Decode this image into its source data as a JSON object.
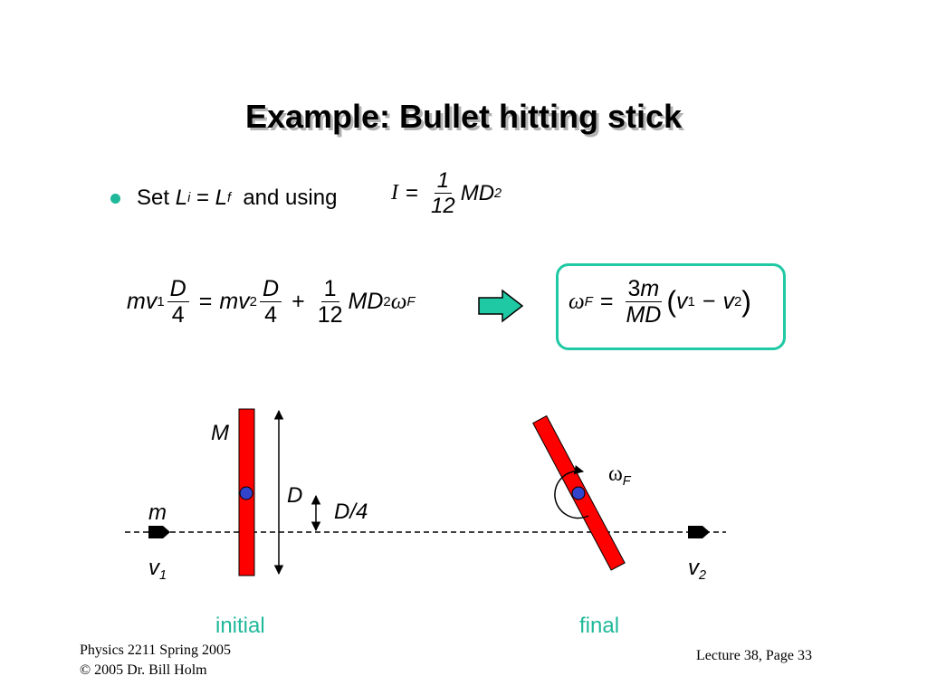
{
  "title": "Example: Bullet hitting stick",
  "bullet": {
    "set": "Set",
    "L": "L",
    "i": "i",
    "equals": "=",
    "f": "f",
    "and_using": "and using",
    "I": "I",
    "one": "1",
    "twelve": "12",
    "MD": "MD",
    "two": "2"
  },
  "equation_left": {
    "mv": "mv",
    "sub1": "1",
    "D": "D",
    "four": "4",
    "equals": "=",
    "sub2": "2",
    "plus": "+",
    "one": "1",
    "twelve": "12",
    "MD": "MD",
    "sup2": "2",
    "omega": "ω",
    "F": "F"
  },
  "equation_result": {
    "omega": "ω",
    "F": "F",
    "equals": "=",
    "three": "3",
    "m": "m",
    "MD": "MD",
    "lparen": "(",
    "v": "v",
    "sub1": "1",
    "minus": "−",
    "sub2": "2",
    "rparen": ")"
  },
  "diagram": {
    "M": "M",
    "D": "D",
    "D4": "D/4",
    "m": "m",
    "v": "v",
    "sub1": "1",
    "sub2": "2",
    "omega": "ω",
    "F": "F",
    "initial": "initial",
    "final": "final",
    "colors": {
      "stick": "#ff0000",
      "bullet_dot": "#3344cc",
      "accent": "#1fb89a",
      "arrow_fill": "#1fc9a3"
    }
  },
  "footer": {
    "course": "Physics 2211 Spring 2005",
    "copyright": "© 2005 Dr. Bill Holm",
    "page": "Lecture 38, Page 33"
  }
}
